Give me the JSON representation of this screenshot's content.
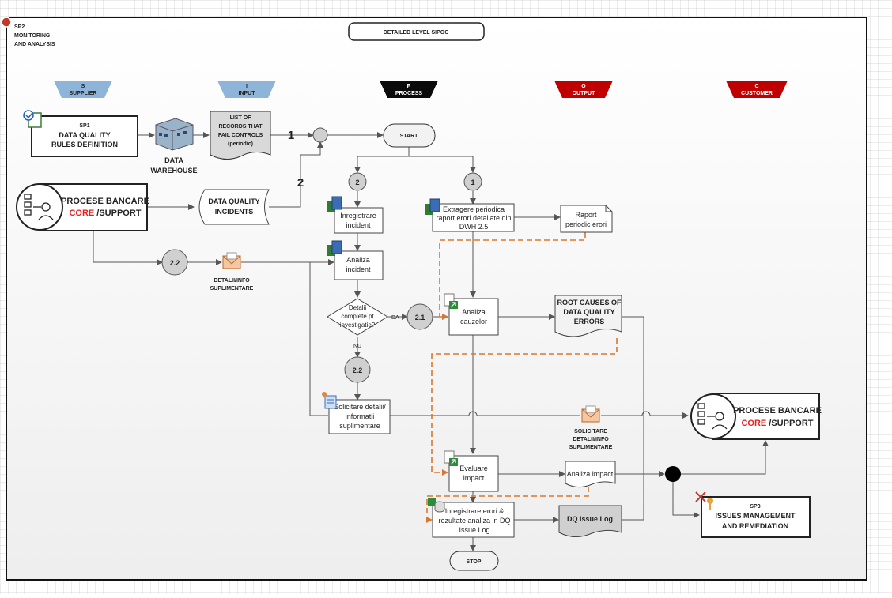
{
  "page": {
    "corner_title": [
      "SP2",
      "MONITORING",
      "AND ANALYSIS"
    ],
    "title": "DETAILED LEVEL SIPOC"
  },
  "columns": [
    {
      "letter": "S",
      "label": "SUPPLIER",
      "color": "#8fb4d9"
    },
    {
      "letter": "I",
      "label": "INPUT",
      "color": "#8fb4d9"
    },
    {
      "letter": "P",
      "label": "PROCESS",
      "color": "#0a0a0a"
    },
    {
      "letter": "O",
      "label": "OUTPUT",
      "color": "#c00000"
    },
    {
      "letter": "C",
      "label": "CUSTOMER",
      "color": "#c00000"
    }
  ],
  "boxes": {
    "sp1": [
      "SP1",
      "DATA QUALITY",
      "RULES DEFINITION"
    ],
    "dwh_label": [
      "DATA",
      "WAREHOUSE"
    ],
    "list_records": [
      "LIST OF",
      "RECORDS THAT",
      "FAIL CONTROLS",
      "(periodic)"
    ],
    "dq_incidents": [
      "DATA QUALITY",
      "INCIDENTS"
    ],
    "procese_left": {
      "line1": "PROCESE BANCARE",
      "core": "CORE",
      "rest": " /SUPPORT"
    },
    "procese_right": {
      "line1": "PROCESE BANCARE",
      "core": "CORE",
      "rest": " /SUPPORT"
    },
    "inregistrare_incident": [
      "Inregistrare",
      "incident"
    ],
    "analiza_incident": [
      "Analiza",
      "incident"
    ],
    "decision": [
      "Detalii",
      "complete pt",
      "investigatie?"
    ],
    "extragere": [
      "Extragere periodica",
      "raport erori detaliate din",
      "DWH 2.5"
    ],
    "raport": [
      "Raport",
      "periodic erori"
    ],
    "analiza_cauzelor": [
      "Analiza",
      "cauzelor"
    ],
    "root_causes": [
      "ROOT CAUSES OF",
      "DATA QUALITY",
      "ERRORS"
    ],
    "solicitare": [
      "Solicitare detalii/",
      "informatii",
      "suplimentare"
    ],
    "evaluare": [
      "Evaluare",
      "impact"
    ],
    "analiza_impact": [
      "Analiza impact"
    ],
    "inregistrare_erori": [
      "Inregistrare erori &",
      "rezultate analiza in DQ",
      "Issue Log"
    ],
    "dq_issue_log": [
      "DQ Issue Log"
    ],
    "sp3": [
      "SP3",
      "ISSUES MANAGEMENT",
      "AND REMEDIATION"
    ]
  },
  "terminals": {
    "start": "START",
    "stop": "STOP"
  },
  "connectors": {
    "c1": "1",
    "c2": "2",
    "c21": "2.1",
    "c22a": "2.2",
    "c22b": "2.2"
  },
  "edge_labels": {
    "n1": "1",
    "n2": "2",
    "da": "DA",
    "nu": "NU"
  },
  "envelopes": {
    "left": [
      "DETALII/INFO",
      "SUPLIMENTARE"
    ],
    "right": [
      "SOLICITARE",
      "DETALII/INFO",
      "SUPLIMENTARE"
    ]
  },
  "colors": {
    "dashed": "#d9782d",
    "core_red": "#e02020",
    "step_fill": "#ffffff",
    "terminal_fill": "#f2f2f2"
  }
}
